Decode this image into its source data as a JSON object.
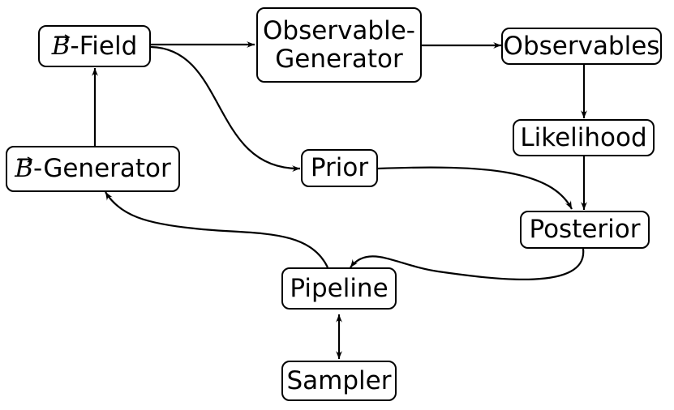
{
  "nodes": {
    "b_field": {
      "symbol": "B",
      "label": "-Field"
    },
    "observable_generator": {
      "line1": "Observable-",
      "line2": "Generator"
    },
    "observables": {
      "label": "Observables"
    },
    "likelihood": {
      "label": "Likelihood"
    },
    "b_generator": {
      "symbol": "B",
      "label": "-Generator"
    },
    "prior": {
      "label": "Prior"
    },
    "posterior": {
      "label": "Posterior"
    },
    "pipeline": {
      "label": "Pipeline"
    },
    "sampler": {
      "label": "Sampler"
    }
  },
  "edges": [
    {
      "from": "b_field",
      "to": "observable_generator"
    },
    {
      "from": "observable_generator",
      "to": "observables"
    },
    {
      "from": "observables",
      "to": "likelihood"
    },
    {
      "from": "likelihood",
      "to": "posterior"
    },
    {
      "from": "b_field",
      "to": "prior"
    },
    {
      "from": "prior",
      "to": "posterior"
    },
    {
      "from": "posterior",
      "to": "pipeline"
    },
    {
      "from": "pipeline",
      "to": "b_generator"
    },
    {
      "from": "b_generator",
      "to": "b_field"
    },
    {
      "from": "pipeline",
      "to": "sampler",
      "bidirectional": true
    }
  ]
}
